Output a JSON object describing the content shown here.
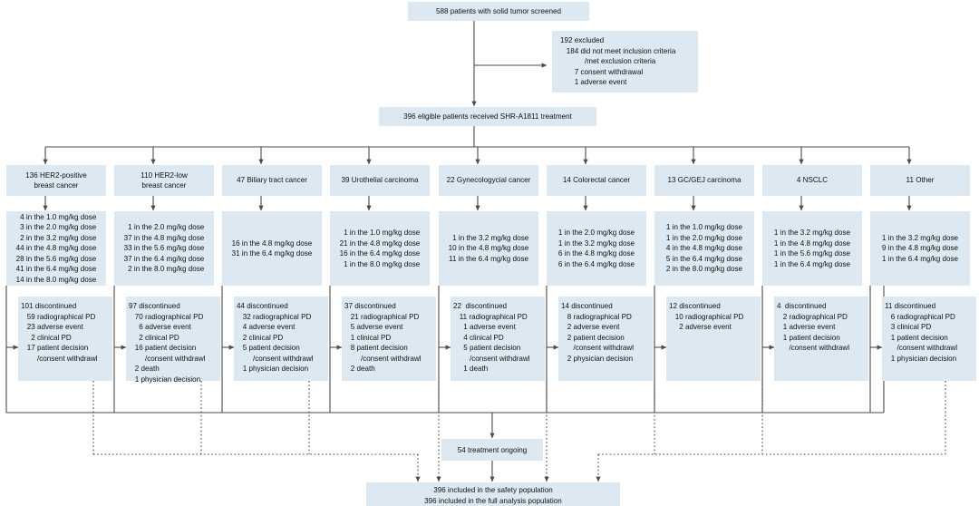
{
  "top": {
    "screened": "588 patients with solid tumor screened",
    "excluded": [
      "192 excluded",
      "   184 did not meet inclusion criteria",
      "            /met exclusion criteria",
      "       7 consent withdrawal",
      "       1 adverse event"
    ],
    "eligible": "396 eligible patients received SHR-A1811 treatment"
  },
  "columns": [
    {
      "cohort": [
        "136 HER2-positive",
        "breast cancer"
      ],
      "doses": [
        "  4 in the 1.0 mg/kg dose",
        "  3 in the 2.0 mg/kg dose",
        "  2 in the 3.2 mg/kg dose",
        "44 in the 4.8 mg/kg dose",
        "28 in the 5.6 mg/kg dose",
        "41 in the 6.4 mg/kg dose",
        "14 in the 8.0 mg/kg dose"
      ],
      "discontinued": [
        "101 discontinued",
        "   59 radiographical PD",
        "   23 adverse event",
        "     2 clinical PD",
        "   17 patient decision",
        "        /consent withdrawl"
      ]
    },
    {
      "cohort": [
        "110 HER2-low",
        "breast cancer"
      ],
      "doses": [
        "  1 in the 2.0 mg/kg dose",
        "37 in the 4.8 mg/kg dose",
        "33 in the 5.6 mg/kg dose",
        "37 in the 6.4 mg/kg dose",
        "  2 in the 8.0 mg/kg dose"
      ],
      "discontinued": [
        "97 discontinued",
        "   70 radiographical PD",
        "     6 adverse event",
        "     2 clinical PD",
        "   16 patient decision",
        "        /consent withdrawl",
        "   2 death",
        "   1 physician decision"
      ]
    },
    {
      "cohort": [
        "47 Biliary tract cancer"
      ],
      "doses": [
        "16 in the 4.8 mg/kg dose",
        "31 in the 6.4 mg/kg dose"
      ],
      "discontinued": [
        "44 discontinued",
        "   32 radiographical PD",
        "   4 adverse event",
        "   2 clinical PD",
        "   5 patient decision",
        "        /consent withdrawl",
        "   1 physician decision"
      ]
    },
    {
      "cohort": [
        "39 Urothelial carcinoma"
      ],
      "doses": [
        "  1 in the 1.0 mg/kg dose",
        "21 in the 4.8 mg/kg dose",
        "16 in the 6.4 mg/kg dose",
        "  1 in the 8.0 mg/kg dose"
      ],
      "discontinued": [
        "37 discontinued",
        "   21 radiographical PD",
        "   5 adverse event",
        "   1 clinical PD",
        "   8 patient decision",
        "        /consent withdrawl",
        "   2 death"
      ]
    },
    {
      "cohort": [
        "22 Gynecologycial cancer"
      ],
      "doses": [
        "  1 in the 3.2 mg/kg dose",
        "10 in the 4.8 mg/kg dose",
        "11 in the 6.4 mg/kg dose"
      ],
      "discontinued": [
        "22  discontinued",
        "   11 radiographical PD",
        "     1 adverse event",
        "     4 clinical PD",
        "     5 patient decision",
        "        /consent withdrawl",
        "     1 death"
      ]
    },
    {
      "cohort": [
        "14 Colorectal cancer"
      ],
      "doses": [
        "1 in the 2.0 mg/kg dose",
        "1 in the 3.2 mg/kg dose",
        "6 in the 4.8 mg/kg dose",
        "6 in the 6.4 mg/kg dose"
      ],
      "discontinued": [
        "14 discontinued",
        "   8 radiographical PD",
        "   2 adverse event",
        "   2 patient decision",
        "      /consent withdrawl",
        "   2 physician decision"
      ]
    },
    {
      "cohort": [
        "13 GC/GEJ carcinoma"
      ],
      "doses": [
        "1 in the 1.0 mg/kg dose",
        "1 in the 2.0 mg/kg dose",
        "4 in the 4.8 mg/kg dose",
        "5 in the 6.4 mg/kg dose",
        "2 in the 8.0 mg/kg dose"
      ],
      "discontinued": [
        "12 discontinued",
        "   10 radiographical PD",
        "     2 adverse event"
      ]
    },
    {
      "cohort": [
        "4 NSCLC"
      ],
      "doses": [
        "1 in the 3.2 mg/kg dose",
        "1 in the 4.8 mg/kg dose",
        "1 in the 5.6 mg/kg dose",
        "1 in the 6.4 mg/kg dose"
      ],
      "discontinued": [
        "4  discontinued",
        "   2 radiographical PD",
        "   1 adverse event",
        "   1 patient decision",
        "      /consent withdrawl"
      ]
    },
    {
      "cohort": [
        "11 Other"
      ],
      "doses": [
        "1 in the 3.2 mg/kg dose",
        "9 in the 4.8 mg/kg dose",
        "1 in the 6.4 mg/kg dose"
      ],
      "discontinued": [
        "11 discontinued",
        "   6 radiographical PD",
        "   3 clinical PD",
        "   1 patient decision",
        "      /consent withdrawl",
        "   1 physician decision"
      ]
    }
  ],
  "bottom": {
    "ongoing": "54 treatment ongoing",
    "final": [
      "396 included in the safety population",
      "396 included in the full analysis population"
    ]
  },
  "colors": {
    "box_fill": "#dce9f3",
    "line": "#4b4b4b",
    "text": "#111111"
  }
}
